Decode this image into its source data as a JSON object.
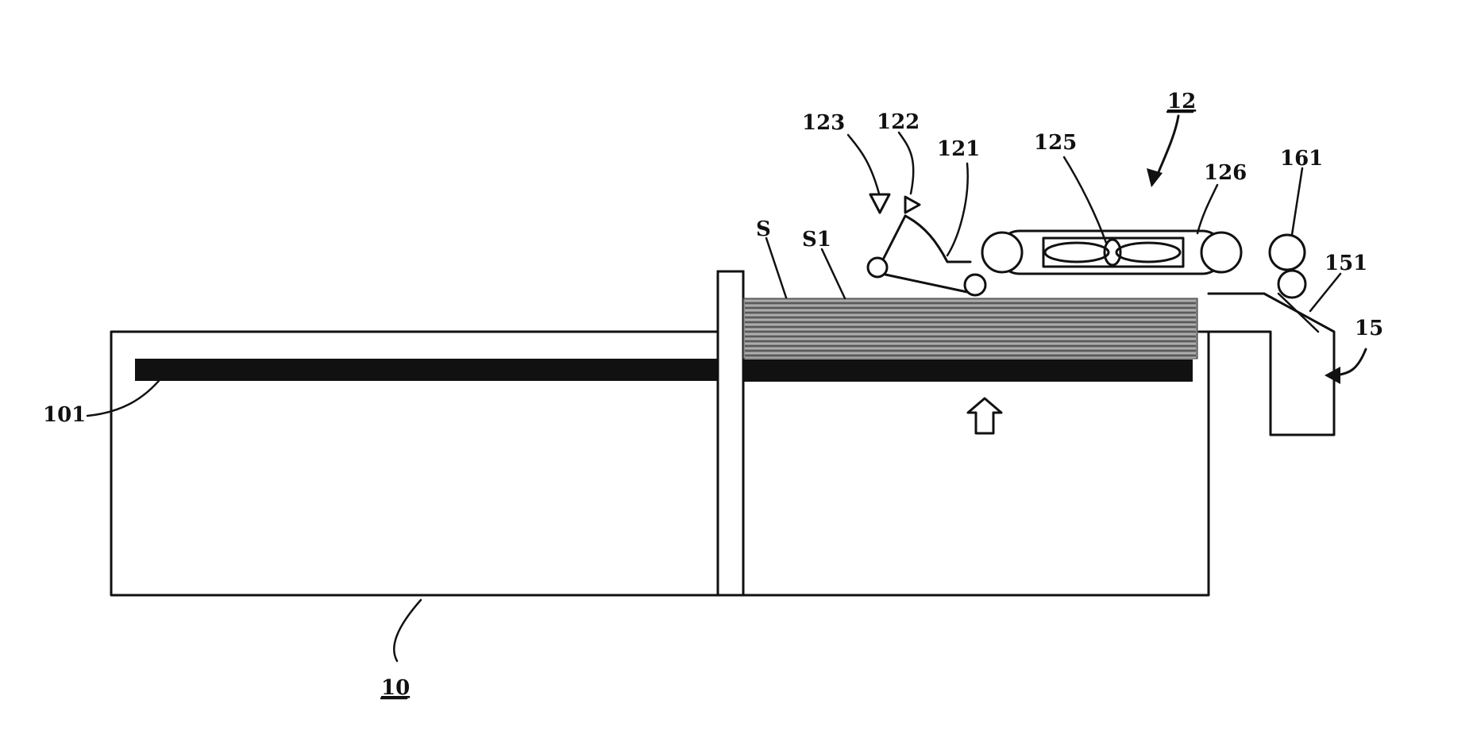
{
  "labels": {
    "l10": "10",
    "l101": "101",
    "l12": "12",
    "l121": "121",
    "l122": "122",
    "l123": "123",
    "l125": "125",
    "l126": "126",
    "l15": "15",
    "l151": "151",
    "l161": "161",
    "lS": "S",
    "lS1": "S1"
  },
  "underlined_labels": [
    "10",
    "12"
  ],
  "arrows": {
    "lift_direction": "up"
  }
}
